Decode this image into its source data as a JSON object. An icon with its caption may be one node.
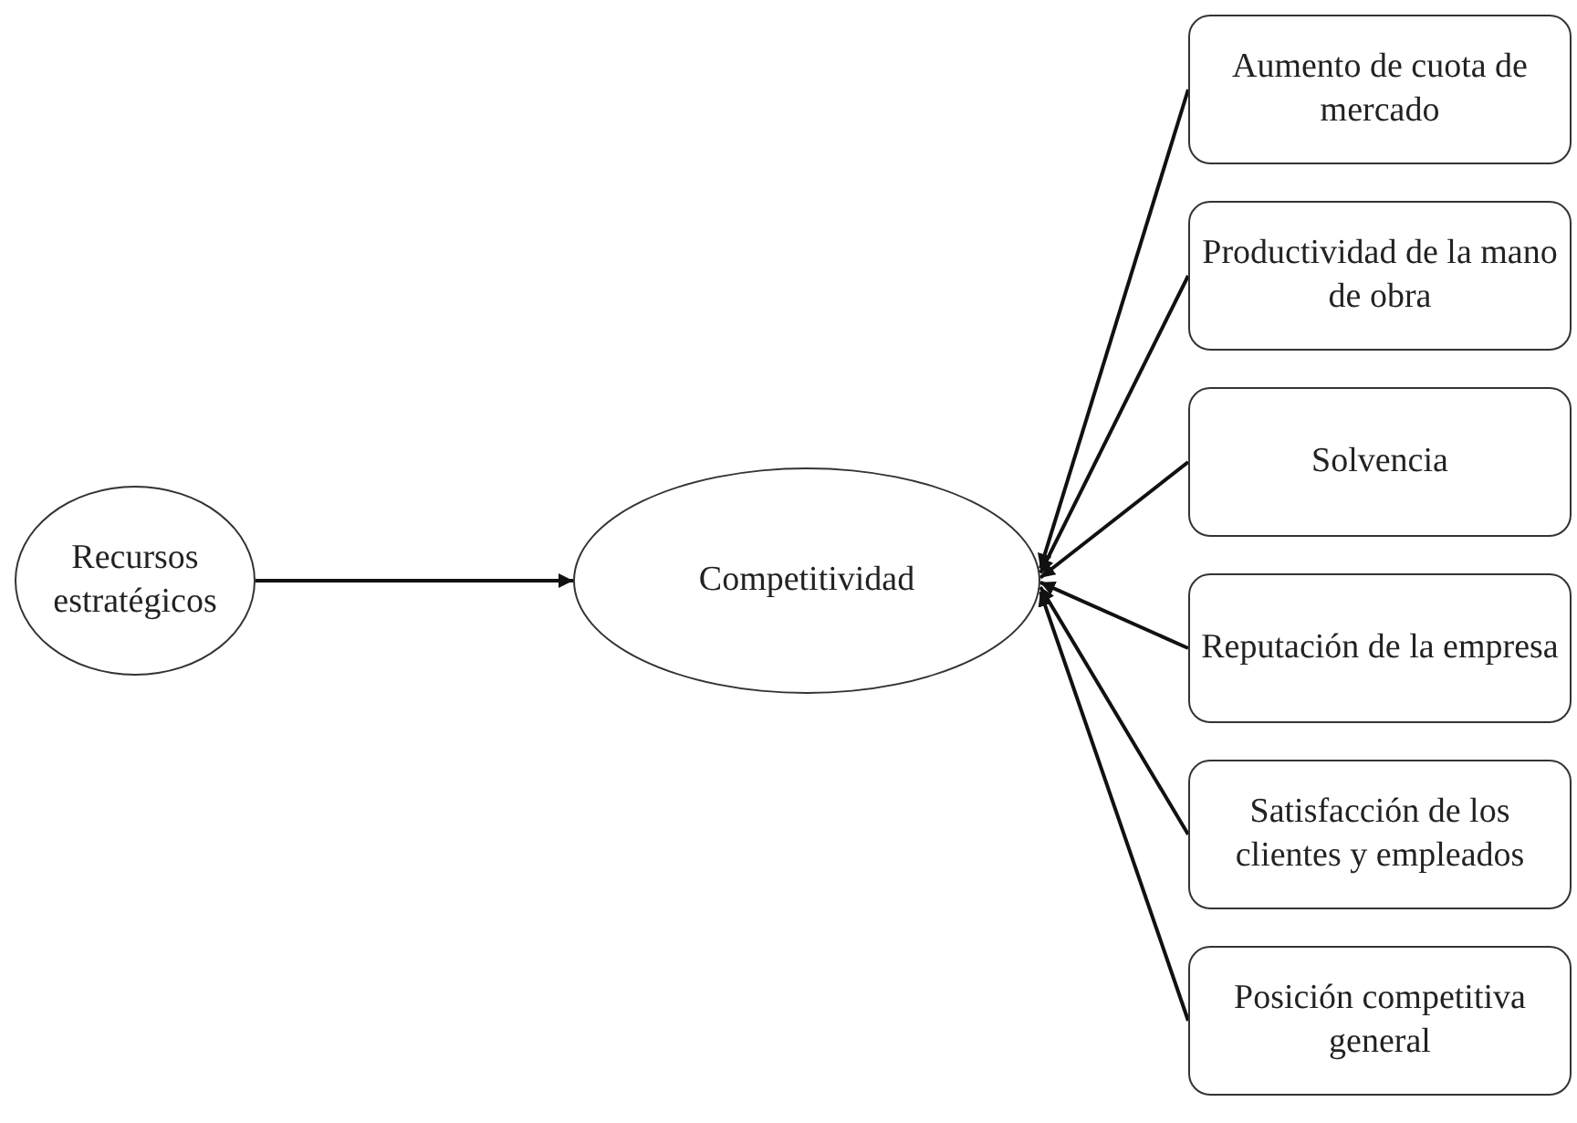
{
  "diagram": {
    "nodes": [
      {
        "text": [
          "Recursos estratégicos"
        ]
      },
      {
        "text": [
          "Competitividad"
        ]
      },
      {
        "text": [
          "Aumento de cuota de mercado"
        ]
      },
      {
        "text": [
          "Productividad de la mano de obra"
        ]
      },
      {
        "text": [
          "Solvencia"
        ]
      },
      {
        "text": [
          "Reputación de la empresa"
        ]
      },
      {
        "text": [
          "Satisfacción de los clientes y empleados"
        ]
      },
      {
        "text": [
          "Posición competitiva general"
        ]
      }
    ],
    "edges": [
      {
        "from": 0,
        "to": 1,
        "arrow": "to"
      },
      {
        "from": 2,
        "to": 1,
        "arrow": "to"
      },
      {
        "from": 3,
        "to": 1,
        "arrow": "to"
      },
      {
        "from": 4,
        "to": 1,
        "arrow": "to"
      },
      {
        "from": 5,
        "to": 1,
        "arrow": "to"
      },
      {
        "from": 6,
        "to": 1,
        "arrow": "to"
      },
      {
        "from": 7,
        "to": 1,
        "arrow": "to"
      }
    ]
  }
}
